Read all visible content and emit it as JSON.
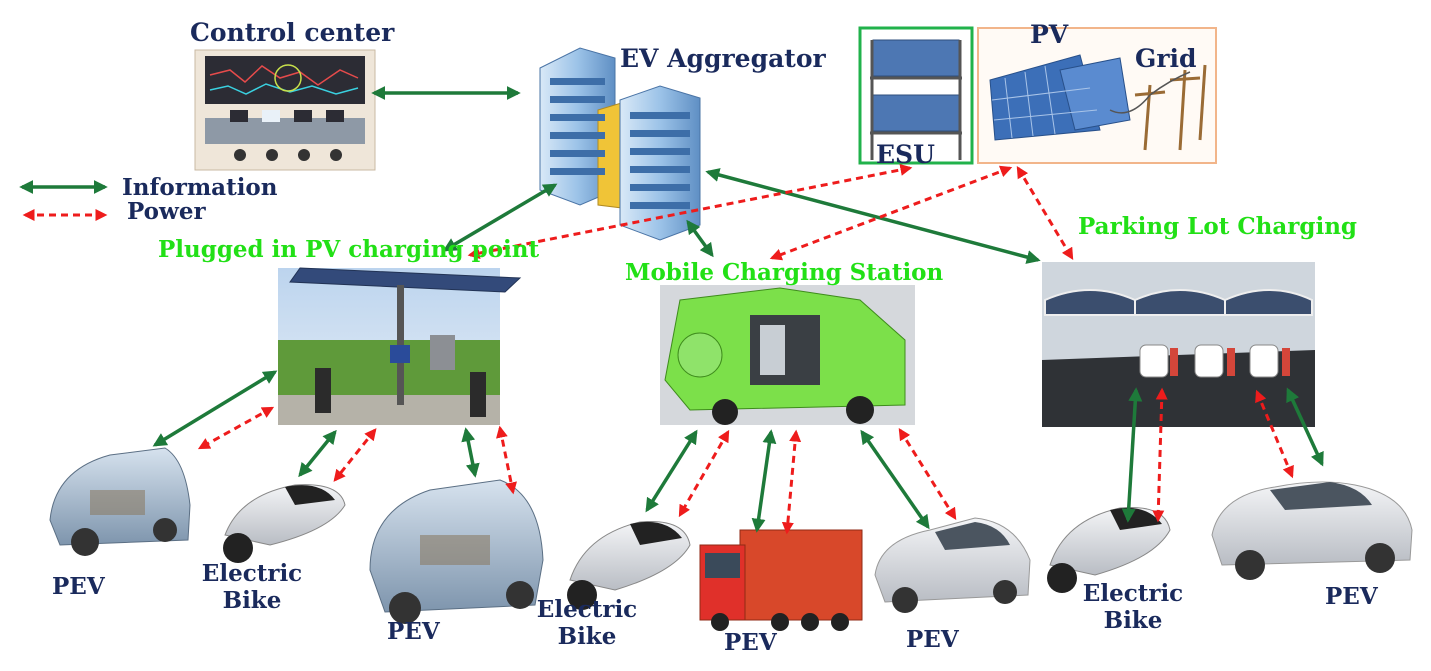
{
  "labels": {
    "control_center": "Control center",
    "ev_aggregator": "EV Aggregator",
    "pv": "PV",
    "grid": "Grid",
    "esu": "ESU",
    "legend_information": "Information",
    "legend_power": "Power",
    "pv_charging_point": "Plugged in PV charging point",
    "mobile_charging_station": "Mobile Charging Station",
    "parking_lot_charging": "Parking Lot Charging",
    "pev": "PEV",
    "electric": "Electric",
    "bike": "Bike"
  },
  "colors": {
    "information_arrow": "#1e7a3a",
    "power_arrow": "#ee1c1c",
    "title_text": "#1a2a5c",
    "station_text": "#22e016"
  }
}
